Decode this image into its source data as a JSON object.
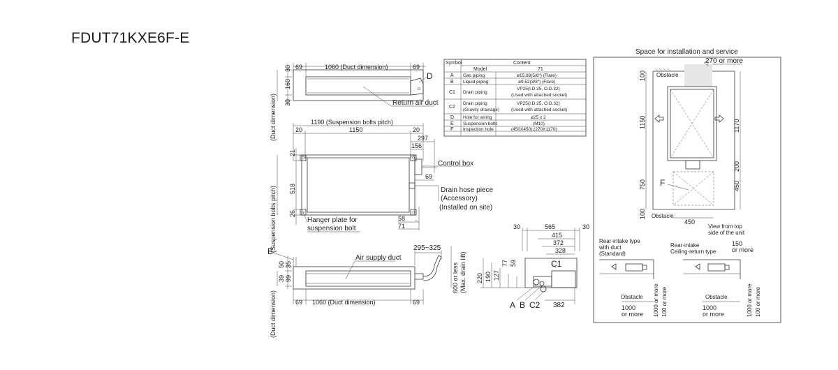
{
  "model": "FDUT71KXE6F-E",
  "symbol_table": {
    "header_symbol": "Symbol",
    "header_content": "Content",
    "model_label": "Model",
    "model_value": "71",
    "rows": [
      {
        "symbol": "A",
        "item": "Gas piping",
        "content": "ø15.88(5/8\") (Flare)"
      },
      {
        "symbol": "B",
        "item": "Liquid piping",
        "content": "ø9.52(3/8\") (Flare)"
      },
      {
        "symbol": "C1",
        "item": "Drain piping",
        "content": "VP25(I.D.25, O.D.32)",
        "content2": "(Used with attached socket)"
      },
      {
        "symbol": "C2",
        "item": "Drain piping",
        "item2": "(Gravity drainage)",
        "content": "VP25(I.D.25, O.D.32)",
        "content2": "(Used with attached socket)"
      },
      {
        "symbol": "D",
        "item": "Hole for wiring",
        "content": "ø25 x 2"
      },
      {
        "symbol": "E",
        "item": "Suspension bolts",
        "content": "(M10)"
      },
      {
        "symbol": "F",
        "item": "Inspection hole",
        "content": "(450X450),(270X1170)"
      }
    ]
  },
  "top_view": {
    "dim_69_left": "69",
    "dim_duct": "1060 (Duct dimension)",
    "dim_69_right": "69",
    "dim_30_top": "30",
    "dim_160": "160",
    "dim_30_bottom": "30",
    "duct_dimension_vertical": "(Duct dimension)",
    "label_d": "D",
    "return_air_duct": "Return air duct"
  },
  "plan_view": {
    "dim_suspension_pitch": "1190 (Suspension bolts pitch)",
    "dim_20_left": "20",
    "dim_1150": "1150",
    "dim_20_right": "20",
    "dim_297": "297",
    "dim_156": "156",
    "dim_21": "21",
    "dim_518": "518",
    "dim_26": "26",
    "dim_69": "69",
    "dim_58": "58",
    "dim_71": "71",
    "suspension_pitch_vertical": "(Suspension bolts pitch)",
    "control_box": "Control box",
    "drain_hose_1": "Drain hose piece",
    "drain_hose_2": "(Accessory)",
    "drain_hose_3": "(Installed on site)",
    "hanger_1": "Hanger plate for",
    "hanger_2": "suspension bolt"
  },
  "front_view": {
    "label_e": "E",
    "air_supply_duct": "Air supply duct",
    "dim_295_325": "295~325",
    "dim_50": "50",
    "dim_35": "35",
    "dim_39": "39",
    "dim_99": "99",
    "dim_69_left": "69",
    "dim_duct": "1060 (Duct dimension)",
    "dim_69_right": "69",
    "duct_dimension_vertical": "(Duct dimension)",
    "max_drain_1": "600 or less",
    "max_drain_2": "(Max. drain lift)"
  },
  "side_view": {
    "dim_30_left": "30",
    "dim_565": "565",
    "dim_30_right": "30",
    "dim_415": "415",
    "dim_372": "372",
    "dim_328": "328",
    "dim_220": "220",
    "dim_190": "190",
    "dim_127": "127",
    "dim_77": "77",
    "dim_59": "59",
    "dim_382": "382",
    "label_c1": "C1",
    "label_a": "A",
    "label_b": "B",
    "label_c2": "C2"
  },
  "service_space": {
    "title": "Space for installation and service",
    "obstacle_top": "Obstacle",
    "obstacle_bottom": "Obstacle",
    "dim_270_more": "270 or more",
    "dim_100_top": "100",
    "dim_1150": "1150",
    "dim_1170": "1170",
    "dim_200": "200",
    "dim_750": "750",
    "dim_450_v": "450",
    "dim_100_bottom": "100",
    "dim_450_h": "450",
    "label_f": "F",
    "view_from_top_1": "View from top",
    "view_from_top_2": "side of the unit",
    "rear_intake_1": "Rear-intake type",
    "rear_intake_2": "with duct",
    "rear_intake_3": "(Standard)",
    "rear_ceiling_1": "Rear-intake",
    "rear_ceiling_2": "Ceiling-return type",
    "dim_150_more_1": "150",
    "dim_150_more_2": "or more",
    "obstacle_a": "Obstacle",
    "obstacle_b": "Obstacle",
    "dim_1000_more_a1": "1000",
    "dim_1000_more_a2": "or more",
    "dim_1000_more_b1": "1000",
    "dim_1000_more_b2": "or more",
    "dim_1000_more_v_a": "1000 or more",
    "dim_100_more_v_a": "100 or more",
    "dim_1000_more_v_b": "1000 or more",
    "dim_100_more_v_b": "100 or more"
  }
}
